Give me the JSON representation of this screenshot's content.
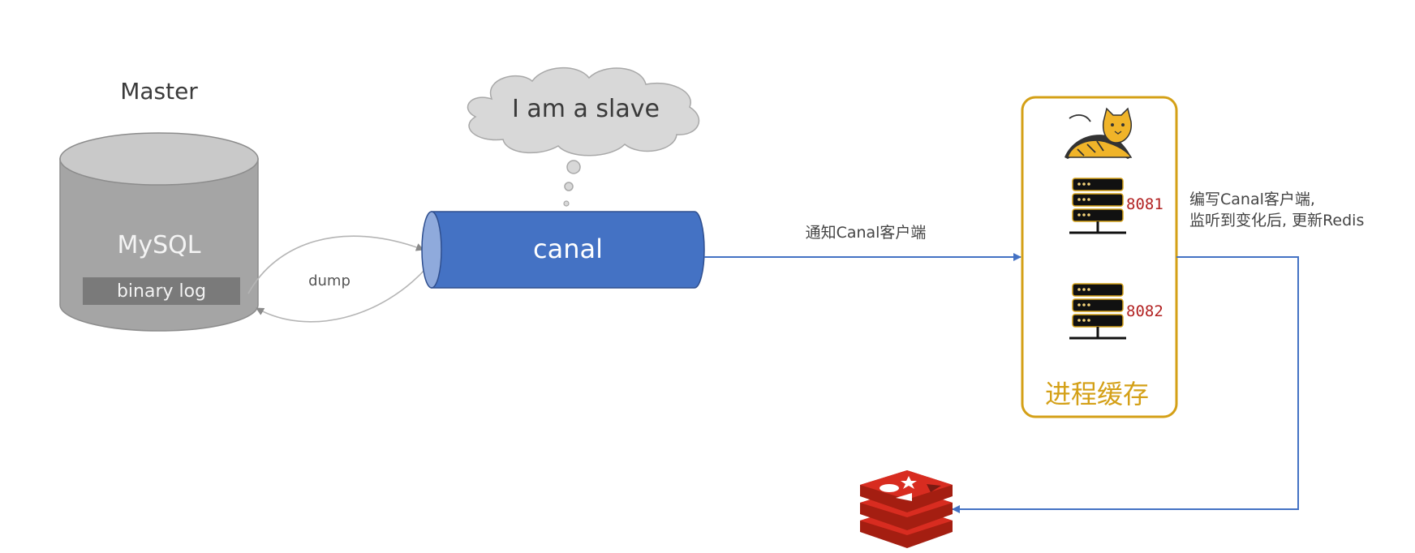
{
  "master": {
    "heading": "Master",
    "db_label": "MySQL",
    "binlog_label": "binary log"
  },
  "dump_label": "dump",
  "cloud_text": "I am a slave",
  "canal_label": "canal",
  "notify_label": "通知Canal客户端",
  "cache_box": {
    "title": "进程缓存",
    "servers": [
      {
        "port": "8081"
      },
      {
        "port": "8082"
      }
    ]
  },
  "client_note": {
    "line1": "编写Canal客户端,",
    "line2": "监听到变化后, 更新Redis"
  },
  "icons": [
    "database-icon",
    "thought-cloud-icon",
    "tomcat-icon",
    "server-icon",
    "redis-icon"
  ],
  "colors": {
    "canal_fill": "#4472c4",
    "arrow": "#4472c4",
    "box_border": "#d4a017",
    "redis": "#d82c20",
    "port": "#b22222"
  }
}
